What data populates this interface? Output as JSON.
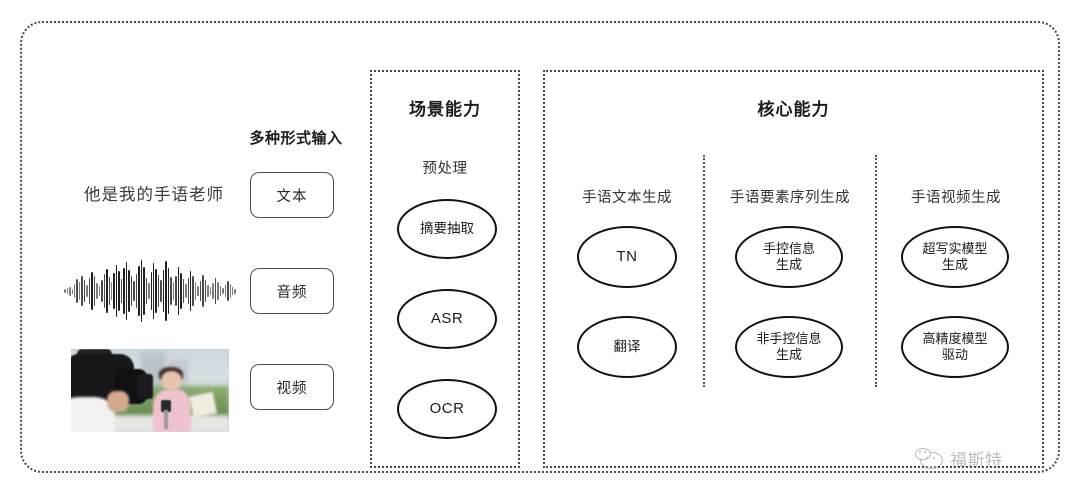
{
  "diagram": {
    "title_hidden": "",
    "input_section": {
      "heading": "多种形式输入",
      "sample_sentence": "他是我的手语老师",
      "modalities": [
        {
          "label": "文本",
          "icon": "text-icon"
        },
        {
          "label": "音频",
          "icon": "waveform-icon"
        },
        {
          "label": "视频",
          "icon": "video-thumbnail-icon"
        }
      ]
    },
    "scene_panel": {
      "title": "场景能力",
      "group_label": "预处理",
      "nodes": [
        {
          "label": "摘要抽取"
        },
        {
          "label": "ASR"
        },
        {
          "label": "OCR"
        }
      ]
    },
    "core_panel": {
      "title": "核心能力",
      "columns": [
        {
          "title": "手语文本生成",
          "nodes": [
            {
              "label": "TN"
            },
            {
              "label": "翻译"
            }
          ]
        },
        {
          "title": "手语要素序列生成",
          "nodes": [
            {
              "label": "手控信息\n生成"
            },
            {
              "label": "非手控信息\n生成"
            }
          ]
        },
        {
          "title": "手语视频生成",
          "nodes": [
            {
              "label": "超写实模型\n生成"
            },
            {
              "label": "高精度模型\n驱动"
            }
          ]
        }
      ]
    },
    "watermark": {
      "text": "福斯特",
      "icon": "wechat-icon"
    },
    "colors": {
      "border": "#4a4a4a",
      "node_stroke": "#111111",
      "text": "#2b2b2b",
      "background": "#ffffff"
    }
  }
}
